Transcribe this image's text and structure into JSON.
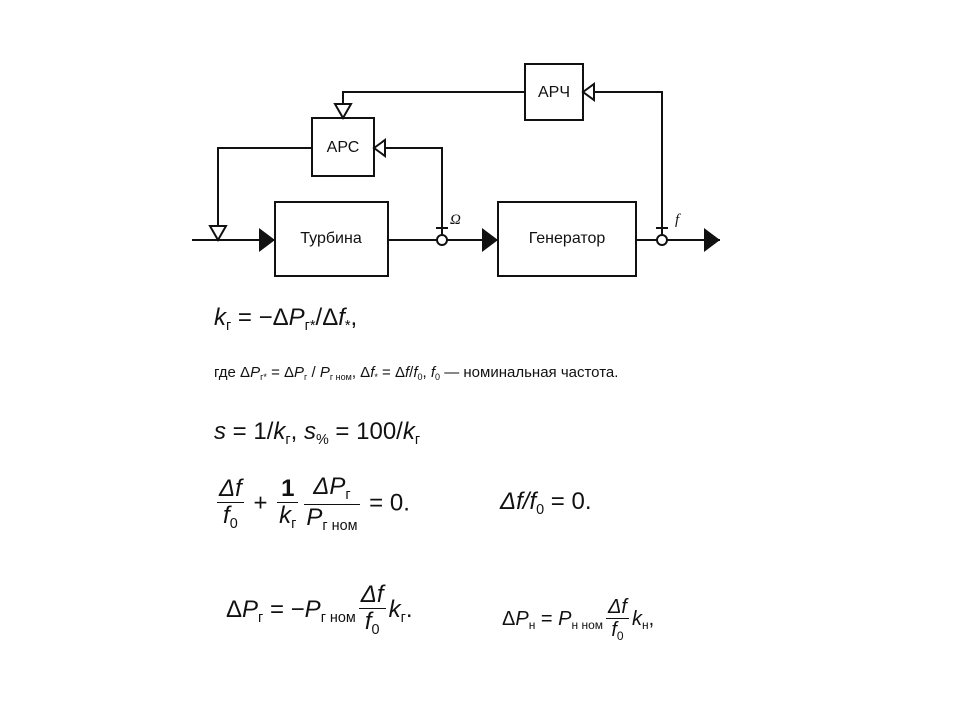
{
  "diagram": {
    "blocks": {
      "turbine": "Турбина",
      "generator": "Генератор",
      "aps": "АРС",
      "apch": "АРЧ"
    },
    "signals": {
      "omega": "Ω",
      "freq": "f"
    }
  },
  "formulas": {
    "kg_def": {
      "k": "k",
      "k_sub": "г",
      "eq": " = −Δ",
      "P": "P",
      "P_sub": "г*",
      "div": "/Δ",
      "f": "f",
      "f_sub": "*",
      "tail": ","
    },
    "where": {
      "text_a": "где Δ",
      "P1": "P",
      "P1_sub": "г*",
      "text_b": " = Δ",
      "P2": "P",
      "P2_sub": "г",
      "text_c": " / ",
      "P3": "P",
      "P3_sub": "г ном",
      "text_d": ", Δ",
      "f1": "f",
      "f1_sub": "*",
      "text_e": " = Δ",
      "f2": "f",
      "text_f": "/",
      "f3": "f",
      "f3_sub": "0",
      "text_g": ", ",
      "f4": "f",
      "f4_sub": "0",
      "text_h": " — номинальная частота."
    },
    "statism": {
      "s": "s",
      "eq1": " = 1/",
      "k": "k",
      "k_sub": "г",
      "comma": ", ",
      "s2": "s",
      "s2_sub": "%",
      "eq2": " = 100/",
      "k2": "k",
      "k2_sub": "г"
    },
    "balance": {
      "num1": "Δf",
      "den1": "f",
      "den1_sub": "0",
      "plus": " + ",
      "num2": "1",
      "den2": "k",
      "den2_sub": "г",
      "num3": "ΔP",
      "num3_sub": "г",
      "den3": "P",
      "den3_sub": "г ном",
      "eq": " = 0."
    },
    "zero_dev": {
      "a": "Δf/",
      "f": "f",
      "f_sub": "0",
      "b": " = 0."
    },
    "dPg": {
      "lhs": "Δ",
      "P": "P",
      "P_sub": "г",
      "eq": " = −",
      "P2": "P",
      "P2_sub": "г ном",
      "num": "Δf",
      "den": "f",
      "den_sub": "0",
      "k": "k",
      "k_sub": "г",
      "tail": "."
    },
    "dPn": {
      "lhs": "Δ",
      "P": "P",
      "P_sub": "н",
      "eq": " = ",
      "P2": "P",
      "P2_sub": "н ном",
      "num": "Δf",
      "den": "f",
      "den_sub": "0",
      "k": "k",
      "k_sub": "н",
      "tail": ","
    }
  }
}
